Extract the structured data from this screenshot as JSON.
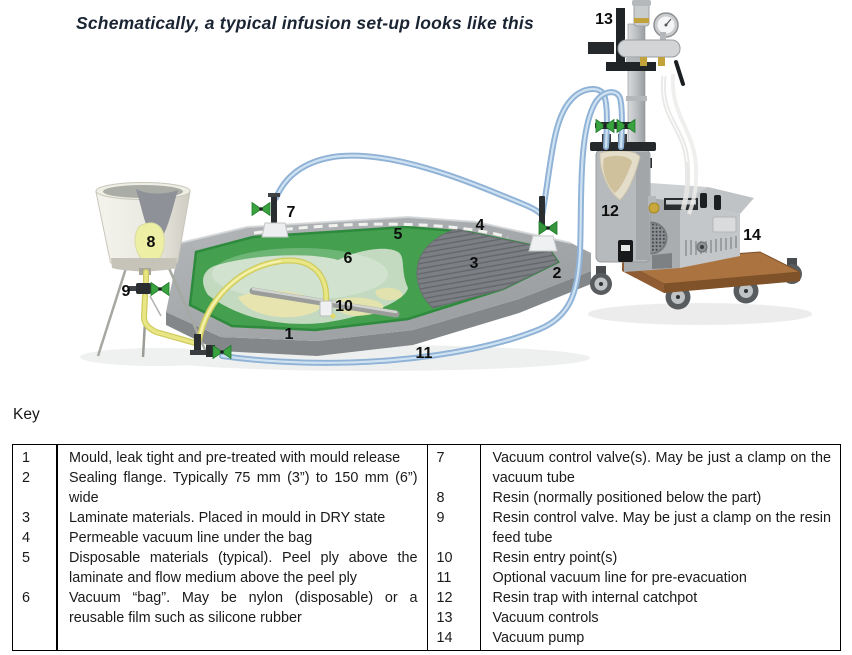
{
  "title": "Schematically, a typical infusion set-up looks like this",
  "key": {
    "heading": "Key",
    "left_rows": [
      {
        "num": "1",
        "desc": "Mould, leak tight and pre-treated with mould release"
      },
      {
        "num": "2",
        "desc": "Sealing flange.  Typically 75 mm (3”) to 150 mm (6”) wide"
      },
      {
        "num": "3",
        "desc": "Laminate materials.  Placed in mould in DRY state"
      },
      {
        "num": "4",
        "desc": "Permeable vacuum line under the bag"
      },
      {
        "num": "5",
        "desc": "Disposable materials (typical).  Peel ply above the laminate and flow medium above the peel ply"
      },
      {
        "num": "6",
        "desc": "Vacuum “bag”.  May be nylon (disposable) or a reusable film such as silicone rubber"
      }
    ],
    "right_rows": [
      {
        "num": "7",
        "desc": "Vacuum control valve(s).  May be just a clamp on the vacuum tube"
      },
      {
        "num": "8",
        "desc": "Resin (normally positioned below the part)"
      },
      {
        "num": "9",
        "desc": "Resin control valve.  May be just a clamp on the resin feed tube"
      },
      {
        "num": "10",
        "desc": "Resin entry point(s)"
      },
      {
        "num": "11",
        "desc": "Optional vacuum line for pre-evacuation"
      },
      {
        "num": "12",
        "desc": "Resin trap with internal catchpot"
      },
      {
        "num": "13",
        "desc": "Vacuum controls"
      },
      {
        "num": "14",
        "desc": "Vacuum pump"
      }
    ]
  },
  "diagram": {
    "labels": {
      "n1": "1",
      "n2": "2",
      "n3": "3",
      "n4": "4",
      "n5": "5",
      "n6": "6",
      "n7": "7",
      "n8": "8",
      "n9": "9",
      "n10": "10",
      "n11": "11",
      "n12": "12",
      "n13": "13",
      "n14": "14"
    },
    "palette": {
      "bag_green": "#44a04f",
      "mould_grey": "#a4a7aa",
      "laminate_grey": "#7c7f83",
      "resin_yellow": "#edefa5",
      "tube_yellow": "#e4e178",
      "tube_blue": "#a9c6e4",
      "valve_green": "#3aa23f",
      "wood_brown": "#ab7340",
      "title_ink": "#1b2433"
    }
  }
}
